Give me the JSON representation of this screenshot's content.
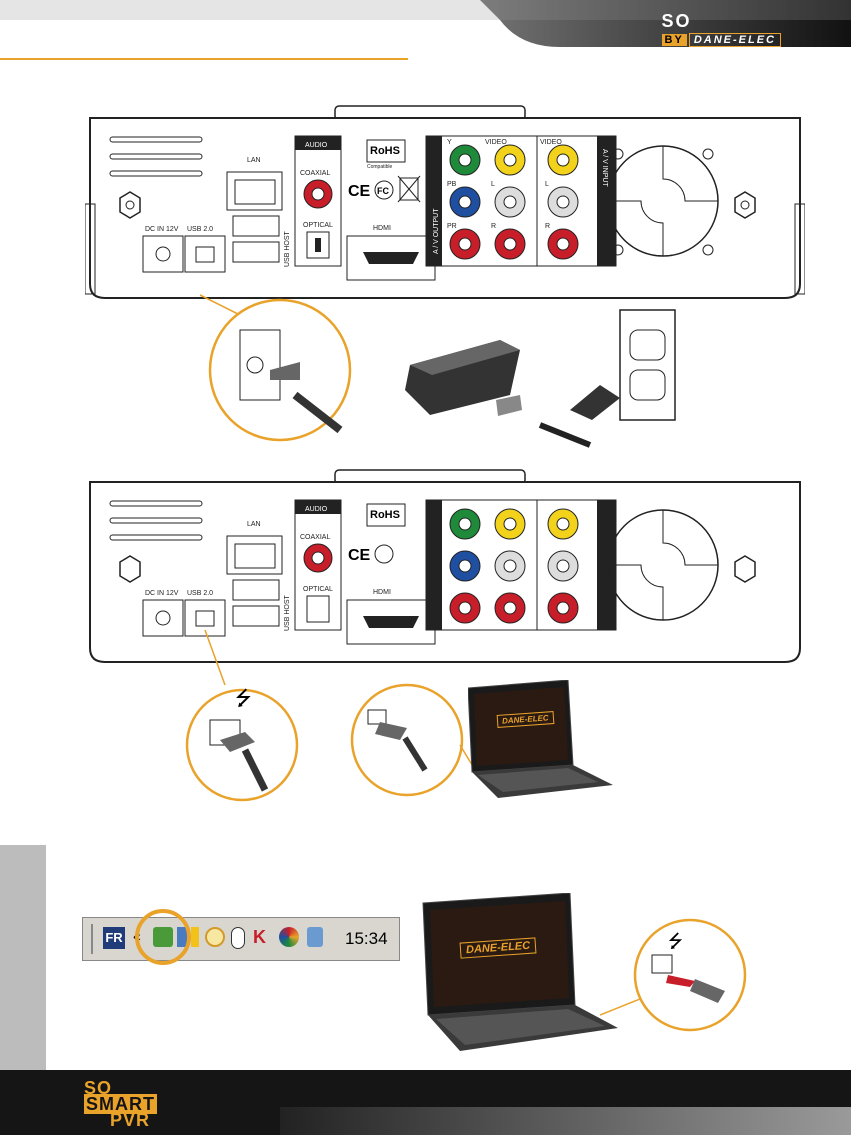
{
  "header": {
    "brand_so": "SO",
    "brand_by": "BY",
    "brand_maker": "DANE-ELEC"
  },
  "panel": {
    "labels": {
      "audio": "AUDIO",
      "lan": "LAN",
      "coaxial": "COAXIAL",
      "optical": "OPTICAL",
      "hdmi": "HDMI",
      "usb2": "USB 2.0",
      "usb_host": "USB HOST",
      "dc_in": "DC IN 12V",
      "rohs": "RoHS",
      "rohs_sub": "Compatible",
      "ce": "CE",
      "fc": "FC",
      "av_output": "A / V OUTPUT",
      "av_input": "A / V INPUT",
      "y": "Y",
      "pb": "PB",
      "pr": "PR",
      "video": "VIDEO",
      "l": "L",
      "r": "R"
    }
  },
  "laptop": {
    "screen_logo": "DANE-ELEC"
  },
  "taskbar": {
    "lang": "FR",
    "clock": "15:34"
  },
  "footer": {
    "logo_so": "SO",
    "logo_smart": "SMART",
    "logo_pvr": "PVR"
  },
  "colors": {
    "accent": "#e9a22a",
    "green": "#1f8a3a",
    "yellow": "#f2d21a",
    "blue": "#1f4fa0",
    "red": "#c81e2a"
  }
}
